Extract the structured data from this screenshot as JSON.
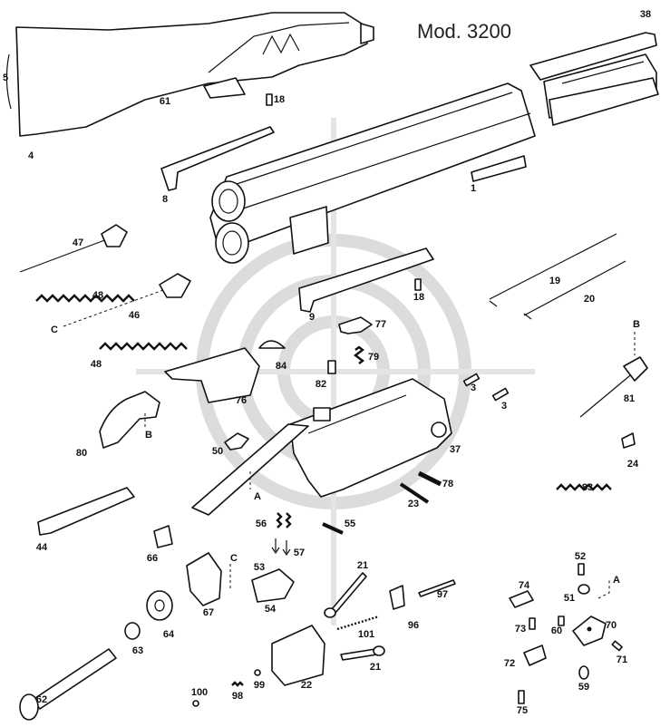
{
  "diagram": {
    "title": "Mod. 3200",
    "labels": {
      "p1": "1",
      "p3a": "3",
      "p3b": "3",
      "p4": "4",
      "p5": "5",
      "p8": "8",
      "p9": "9",
      "p18a": "18",
      "p18b": "18",
      "p19": "19",
      "p20": "20",
      "p21a": "21",
      "p21b": "21",
      "p22": "22",
      "p23": "23",
      "p24": "24",
      "p37": "37",
      "p38": "38",
      "p44": "44",
      "p46": "46",
      "p47": "47",
      "p48a": "48",
      "p48b": "48",
      "p50": "50",
      "p51": "51",
      "p52": "52",
      "p53": "53",
      "p54": "54",
      "p55": "55",
      "p56": "56",
      "p57": "57",
      "p59": "59",
      "p60": "60",
      "p61": "61",
      "p62": "62",
      "p63": "63",
      "p64": "64",
      "p66": "66",
      "p67": "67",
      "p70": "70",
      "p71": "71",
      "p72": "72",
      "p73": "73",
      "p74": "74",
      "p75": "75",
      "p76": "76",
      "p77": "77",
      "p78": "78",
      "p79": "79",
      "p80": "80",
      "p81": "81",
      "p82": "82",
      "p83": "83",
      "p84": "84",
      "p96": "96",
      "p97": "97",
      "p98": "98",
      "p99": "99",
      "p100": "100",
      "p101": "101",
      "refA1": "A",
      "refA2": "A",
      "refB1": "B",
      "refB2": "B",
      "refC1": "C",
      "refC2": "C"
    }
  }
}
